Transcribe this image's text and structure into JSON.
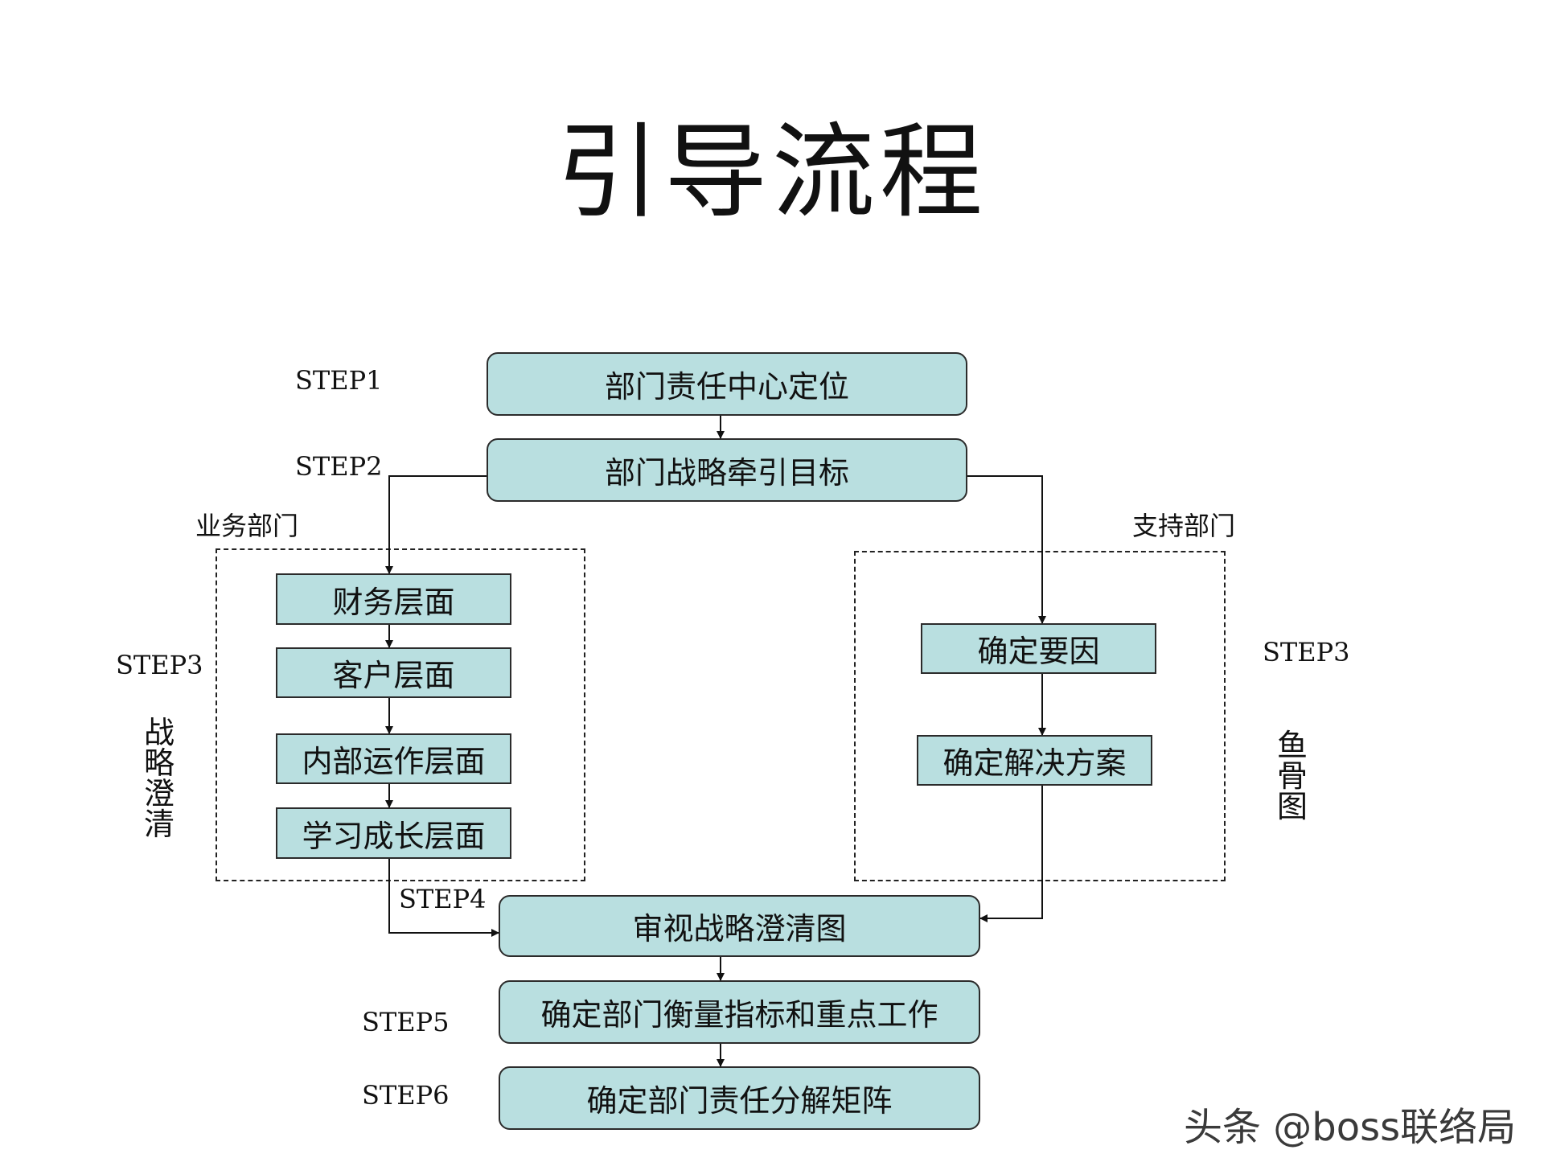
{
  "title": "引导流程",
  "steps": {
    "step1": "STEP1",
    "step2": "STEP2",
    "step3_left": "STEP3",
    "step3_right": "STEP3",
    "step4": "STEP4",
    "step5": "STEP5",
    "step6": "STEP6"
  },
  "groups": {
    "business_dept": "业务部门",
    "support_dept": "支持部门",
    "strategy_clarify": "战略澄清",
    "fishbone": "鱼骨图"
  },
  "boxes": {
    "dept_center": "部门责任中心定位",
    "strategy_goal": "部门战略牵引目标",
    "finance": "财务层面",
    "customer": "客户层面",
    "internal_ops": "内部运作层面",
    "learning_growth": "学习成长层面",
    "key_factors": "确定要因",
    "solutions": "确定解决方案",
    "review_map": "审视战略澄清图",
    "metrics_work": "确定部门衡量指标和重点工作",
    "responsibility_matrix": "确定部门责任分解矩阵"
  },
  "watermark": "头条 @boss联络局",
  "colors": {
    "box_fill": "#b9dfe0",
    "box_border": "#2b2b2b"
  }
}
